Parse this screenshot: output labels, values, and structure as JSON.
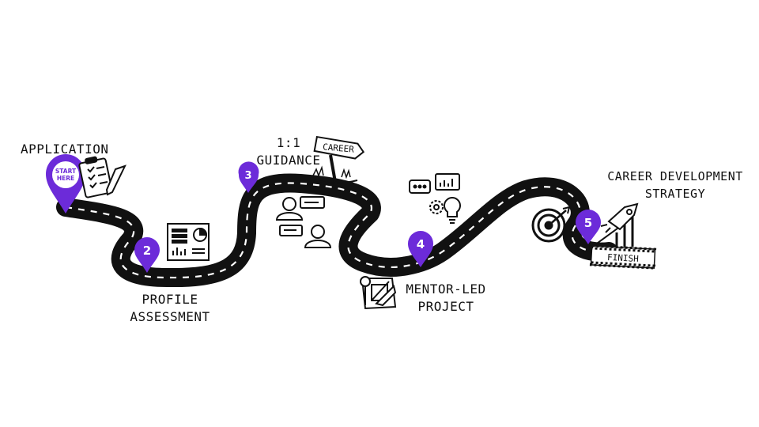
{
  "colors": {
    "road": "#111111",
    "lane": "#ffffff",
    "pin": "#6c2bd9",
    "ink": "#111111"
  },
  "steps": [
    {
      "label": "APPLICATION",
      "badge": "START HERE",
      "badge_line1": "START",
      "badge_line2": "HERE"
    },
    {
      "number": "2",
      "label_line1": "PROFILE",
      "label_line2": "ASSESSMENT"
    },
    {
      "number": "3",
      "label_line1": "1:1",
      "label_line2": "GUIDANCE",
      "signpost": "CAREER"
    },
    {
      "number": "4",
      "label_line1": "MENTOR-LED",
      "label_line2": "PROJECT"
    },
    {
      "number": "5",
      "label_line1": "CAREER DEVELOPMENT",
      "label_line2": "STRATEGY",
      "flag": "FINISH"
    }
  ],
  "icons": [
    "clipboard-checklist-icon",
    "dashboard-report-icon",
    "chat-people-icon",
    "signpost-icon",
    "ideas-gear-bulb-icon",
    "blueprint-ruler-icon",
    "target-arrow-icon",
    "rocket-growth-icon"
  ]
}
